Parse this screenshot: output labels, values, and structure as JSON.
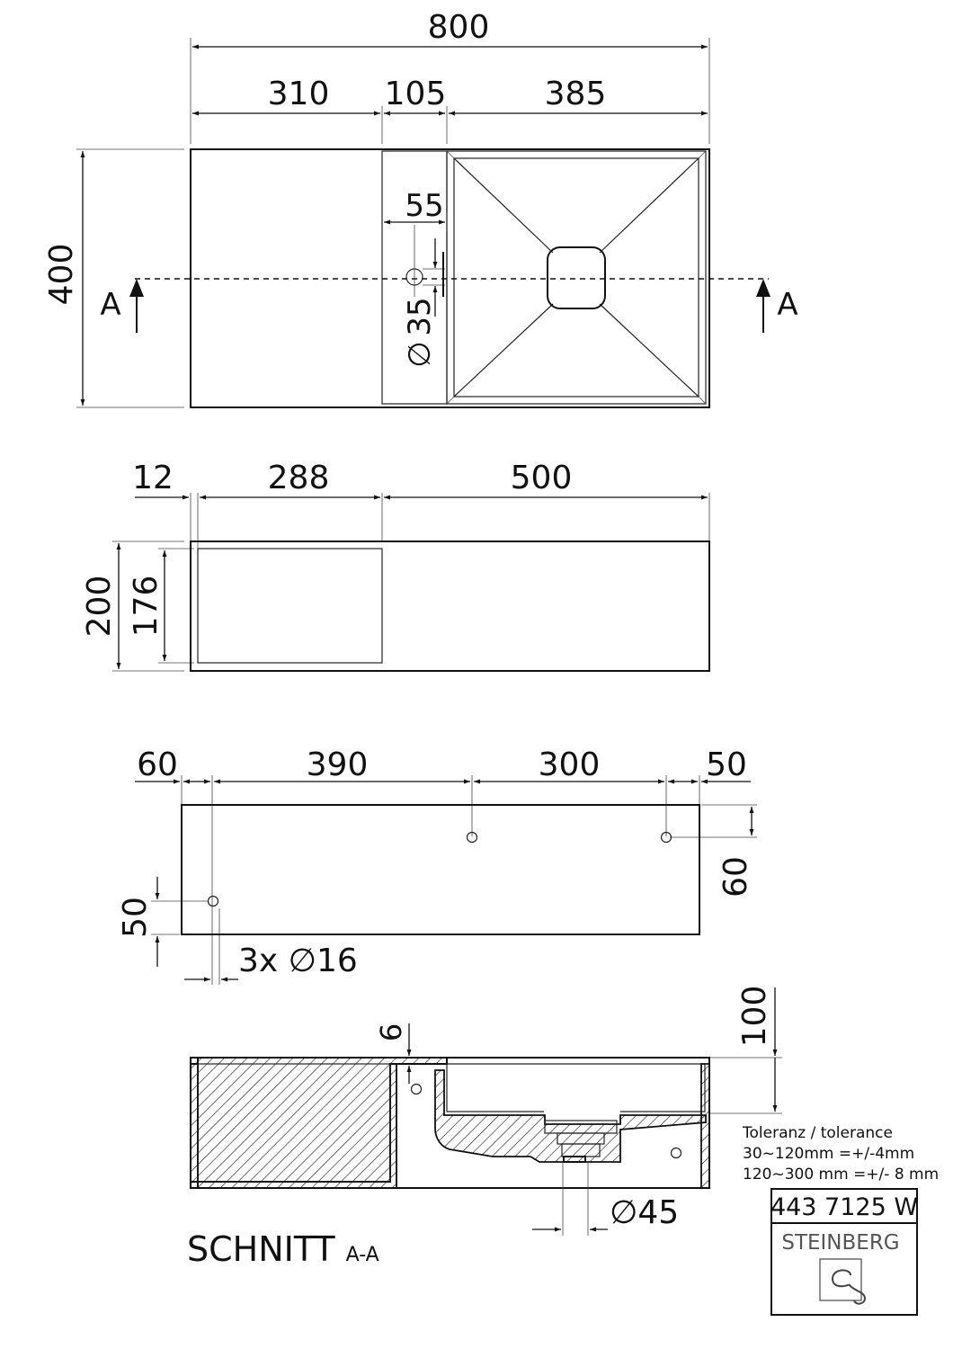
{
  "top_view": {
    "overall_width": "800",
    "seg_left": "310",
    "seg_mid": "105",
    "seg_right": "385",
    "height": "400",
    "tap_offset": "55",
    "tap_hole": "35",
    "section_mark_left": "A",
    "section_mark_right": "A"
  },
  "front_view": {
    "wall": "12",
    "compartment_width": "288",
    "basin_width": "500",
    "overall_height": "200",
    "compartment_height": "176"
  },
  "back_view": {
    "left_offset": "60",
    "span_one": "390",
    "span_two": "300",
    "right_offset": "50",
    "hole_height_right": "60",
    "hole_height_left": "50",
    "hole_spec": "3x ",
    "hole_diameter": "16"
  },
  "section_view": {
    "top_thickness": "6",
    "depth": "100",
    "drain_diameter": "45",
    "title": "SCHNITT",
    "subtitle": "A-A"
  },
  "tolerance": {
    "heading": "Toleranz / tolerance",
    "line_one": "30~120mm =+/-4mm",
    "line_two": "120~300 mm =+/- 8 mm"
  },
  "title_block": {
    "article": "443 7125 W",
    "brand": "STEINBERG"
  },
  "symbols": {
    "diameter_glyph": "∅"
  },
  "icons": [
    "arrow-up-icon",
    "steinberg-logo-icon"
  ],
  "colors": {
    "line": "#111111",
    "background": "#ffffff"
  }
}
